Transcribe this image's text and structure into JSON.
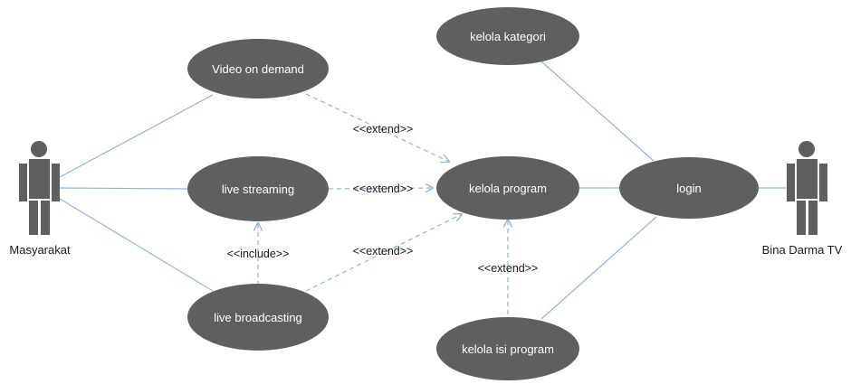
{
  "actors": {
    "masyarakat": "Masyarakat",
    "bina_darma_tv": "Bina Darma TV"
  },
  "use_cases": {
    "video_on_demand": "Video on demand",
    "live_streaming": "live streaming",
    "live_broadcasting": "live broadcasting",
    "kelola_kategori": "kelola kategori",
    "kelola_program": "kelola program",
    "login": "login",
    "kelola_isi_program": "kelola isi program"
  },
  "stereotypes": {
    "extend_vod": "<<extend>>",
    "extend_streaming": "<<extend>>",
    "extend_broadcasting": "<<extend>>",
    "include_broadcasting": "<<include>>",
    "extend_isi_program": "<<extend>>"
  },
  "colors": {
    "shape_fill": "#5f5f5f",
    "connector": "#8fb6df"
  }
}
